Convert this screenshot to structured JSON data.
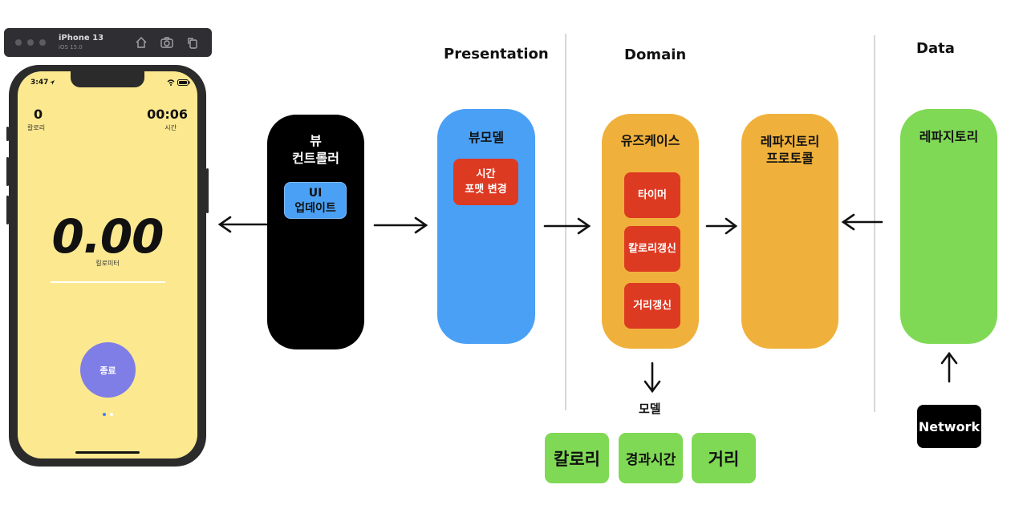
{
  "simulator": {
    "device": "iPhone 13",
    "os": "iOS 15.0"
  },
  "phone": {
    "status_time": "3:47",
    "calories_value": "0",
    "calories_label": "칼로리",
    "time_value": "00:06",
    "time_label": "시간",
    "distance_value": "0.00",
    "distance_label": "킬로미터",
    "end_button": "종료"
  },
  "layers": {
    "presentation": "Presentation",
    "domain": "Domain",
    "data": "Data"
  },
  "blocks": {
    "view_controller": {
      "title_line1": "뷰",
      "title_line2": "컨트롤러",
      "inner_line1": "UI",
      "inner_line2": "업데이트",
      "color": "#000000"
    },
    "view_model": {
      "title": "뷰모델",
      "inner_line1": "시간",
      "inner_line2": "포맷 변경",
      "color": "#4aa0f5"
    },
    "use_case": {
      "title": "유즈케이스",
      "items": [
        "타이머",
        "칼로리갱신",
        "거리갱신"
      ],
      "color": "#f0b13c"
    },
    "repo_protocol": {
      "title_line1": "레파지토리",
      "title_line2": "프로토콜",
      "color": "#f0b13c"
    },
    "repository": {
      "title": "레파지토리",
      "color": "#7fd955"
    }
  },
  "model": {
    "label": "모델",
    "items": [
      "칼로리",
      "경과시간",
      "거리"
    ]
  },
  "network": {
    "label": "Network"
  }
}
